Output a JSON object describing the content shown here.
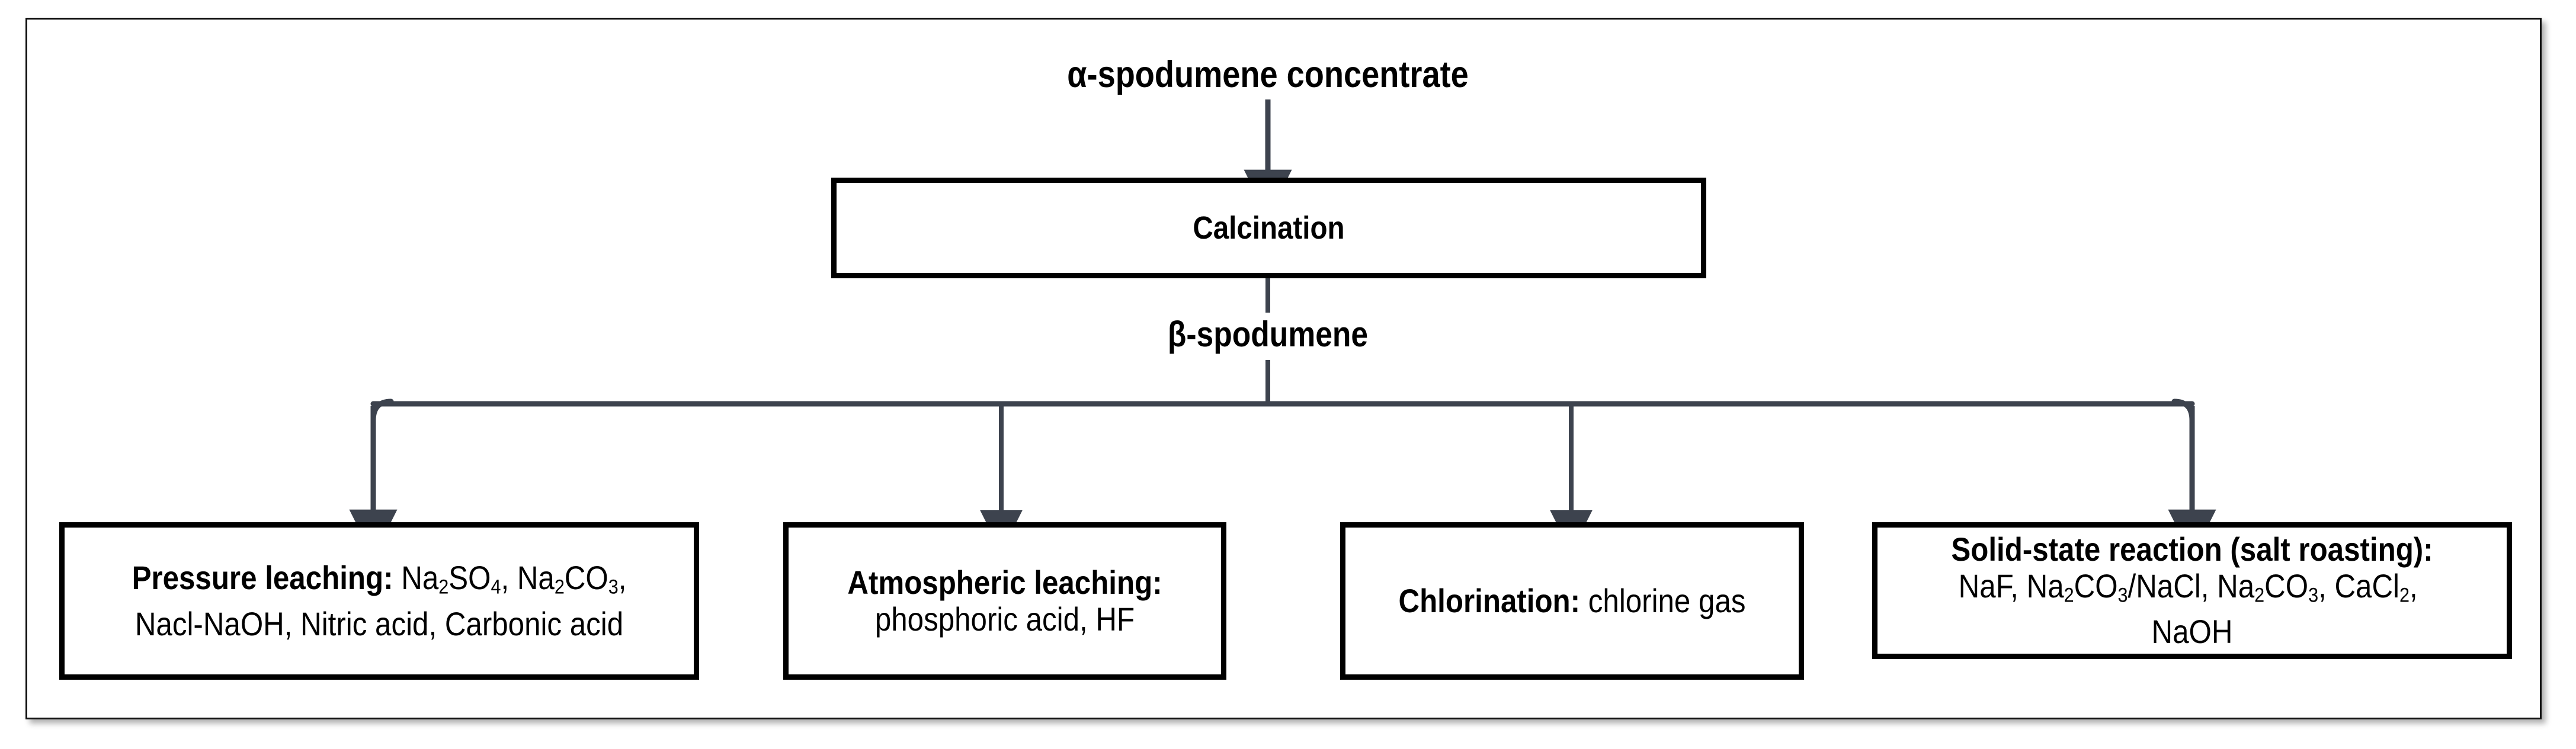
{
  "diagram": {
    "title_top": "α-spodumene concentrate",
    "intermediate_label": "β-spodumene",
    "process_step": "Calcination",
    "connector_color": "#3d434e",
    "box_border_color": "#000000",
    "frame_border_color": "#111111",
    "branches": [
      {
        "id": "pressure-leaching",
        "heading": "Pressure leaching:",
        "reagents_plain": "Na2SO4, Na2CO3, Nacl-NaOH, Nitric acid, Carbonic acid",
        "reagents": [
          {
            "text": "Na",
            "sub": "2"
          },
          {
            "text": "SO",
            "sub": "4"
          },
          {
            "text": ", Na",
            "sub": "2"
          },
          {
            "text": "CO",
            "sub": "3"
          },
          {
            "text": ", Nacl-NaOH, Nitric acid, Carbonic acid",
            "sub": ""
          }
        ]
      },
      {
        "id": "atmospheric-leaching",
        "heading": "Atmospheric leaching:",
        "reagents_plain": "phosphoric acid, HF",
        "reagents": [
          {
            "text": "phosphoric acid, HF",
            "sub": ""
          }
        ]
      },
      {
        "id": "chlorination",
        "heading": "Chlorination:",
        "reagents_plain": "chlorine gas",
        "reagents": [
          {
            "text": "chlorine gas",
            "sub": ""
          }
        ]
      },
      {
        "id": "solid-state-reaction",
        "heading": "Solid-state reaction (salt roasting):",
        "reagents_plain": "NaF, Na2CO3/NaCl, Na2CO3, CaCl2,  NaOH",
        "reagents": [
          {
            "text": "NaF, Na",
            "sub": "2"
          },
          {
            "text": "CO",
            "sub": "3"
          },
          {
            "text": "/NaCl, Na",
            "sub": "2"
          },
          {
            "text": "CO",
            "sub": "3"
          },
          {
            "text": ", CaCl",
            "sub": "2"
          },
          {
            "text": ",  NaOH",
            "sub": ""
          }
        ]
      }
    ]
  }
}
